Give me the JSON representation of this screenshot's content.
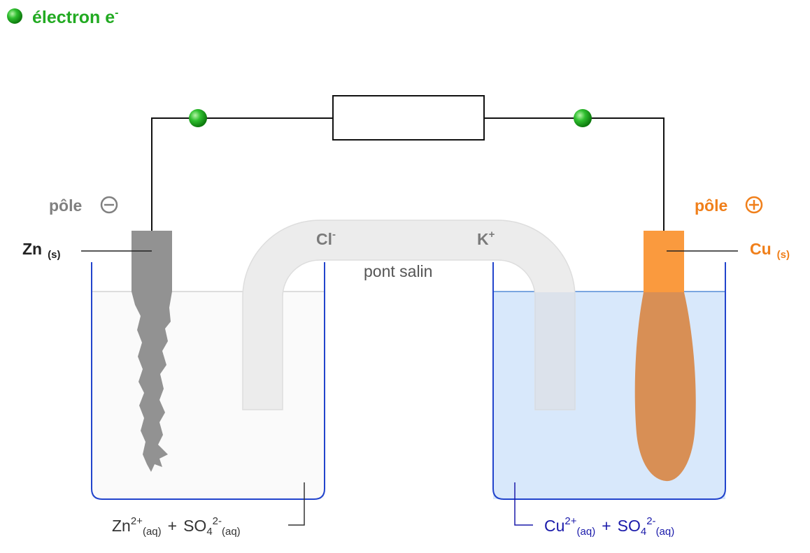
{
  "legend": {
    "label": "électron e",
    "superscript": "-",
    "color": "#22aa22"
  },
  "diagram": {
    "salt_bridge": {
      "label": "pont salin",
      "anion": "Cl",
      "anion_charge": "-",
      "cation": "K",
      "cation_charge": "+"
    },
    "left": {
      "pole_label": "pôle",
      "pole_symbol": "minus-circle",
      "pole_color": "#808080",
      "electrode": "Zn",
      "electrode_state": "(s)",
      "solution": {
        "ion1": "Zn",
        "ion1_charge": "2+",
        "ion1_state": "(aq)",
        "plus": "+",
        "ion2": "SO",
        "ion2_sub": "4",
        "ion2_charge": "2-",
        "ion2_state": "(aq)"
      },
      "solution_color": "#333333"
    },
    "right": {
      "pole_label": "pôle",
      "pole_symbol": "plus-circle",
      "pole_color": "#f07f1a",
      "electrode": "Cu",
      "electrode_state": "(s)",
      "solution": {
        "ion1": "Cu",
        "ion1_charge": "2+",
        "ion1_state": "(aq)",
        "plus": "+",
        "ion2": "SO",
        "ion2_sub": "4",
        "ion2_charge": "2-",
        "ion2_state": "(aq)"
      },
      "solution_color": "#1a1aaa"
    }
  }
}
